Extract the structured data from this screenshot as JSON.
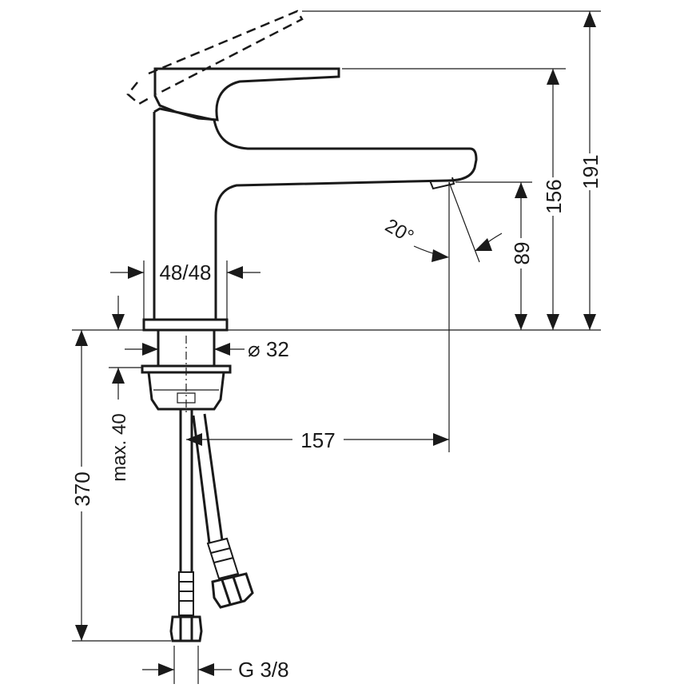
{
  "dimensions": {
    "overall_height": "191",
    "spout_top_height": "156",
    "spout_outlet_height": "89",
    "spout_angle": "20°",
    "base_width": "48/48",
    "shank_diameter": "⌀ 32",
    "projection": "157",
    "max_deck_thickness": "max. 40",
    "hose_length": "370",
    "connection_thread": "G 3/8"
  }
}
